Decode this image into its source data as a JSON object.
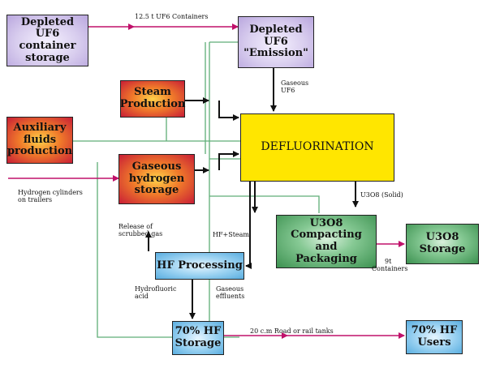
{
  "nodes": {
    "depleted_storage": {
      "lines": [
        "Depleted UF6",
        "container",
        "storage"
      ]
    },
    "emission": {
      "lines": [
        "Depleted",
        "UF6",
        "\"Emission\""
      ]
    },
    "steam": {
      "lines": [
        "Steam",
        "Production"
      ]
    },
    "auxiliary": {
      "lines": [
        "Auxiliary",
        "fluids",
        "production"
      ]
    },
    "hydrogen": {
      "lines": [
        "Gaseous",
        "hydrogen",
        "storage"
      ]
    },
    "defluorination": {
      "lines": [
        "DEFLUORINATION"
      ]
    },
    "compacting": {
      "lines": [
        "U3O8 Compacting",
        "and",
        "Packaging"
      ]
    },
    "u3o8_storage": {
      "lines": [
        "U3O8",
        "Storage"
      ]
    },
    "hf_processing": {
      "lines": [
        "HF Processing"
      ]
    },
    "hf_storage": {
      "lines": [
        "70% HF",
        "Storage"
      ]
    },
    "hf_users": {
      "lines": [
        "70% HF",
        "Users"
      ]
    }
  },
  "labels": {
    "containers_125": {
      "lines": [
        "12.5 t UF6 Containers"
      ]
    },
    "gaseous_uf6": {
      "lines": [
        "Gaseous",
        "UF6"
      ]
    },
    "hydrogen_cylinders": {
      "lines": [
        "Hydrogen cylinders",
        "on trailers"
      ]
    },
    "u3o8_solid": {
      "lines": [
        "U3O8 (Solid)"
      ]
    },
    "release_gas": {
      "lines": [
        "Release of",
        "scrubbed gas"
      ]
    },
    "hf_steam": {
      "lines": [
        "HF+Steam"
      ]
    },
    "containers_9t": {
      "lines": [
        "9t",
        "Containers"
      ]
    },
    "hydrofluoric": {
      "lines": [
        "Hydrofluoric",
        "acid"
      ]
    },
    "gaseous_effluents": {
      "lines": [
        "Gaseous",
        "effluents"
      ]
    },
    "road_rail": {
      "lines": [
        "20 c.m Road or rail tanks"
      ]
    }
  },
  "colors": {
    "purple_box": "#d8cdee",
    "red_box": "#d6303a",
    "yellow_box": "#ffe600",
    "green_box": "#4fa563",
    "blue_box": "#7ec3ec",
    "green_line": "#5fae77",
    "magenta_arrow": "#c0106a",
    "black_arrow": "#111111"
  }
}
